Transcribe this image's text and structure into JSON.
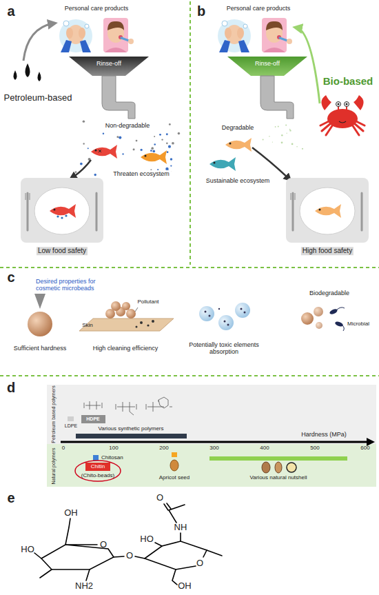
{
  "diagram": {
    "labels": [
      "a",
      "Personal care products",
      "Rinse-off",
      "Petroleum-based",
      "Non-degradable",
      "Threaten ecosystem",
      "Low food safety",
      "b",
      "Personal care products",
      "Rinse-off",
      "Bio-based",
      "Degradable",
      "Sustainable ecosystem",
      "High food safety",
      "c",
      "Desired properties for cosmetic microbeads",
      "Sufficient hardness",
      "Pollutant",
      "Skin",
      "High cleaning efficiency",
      "Potentially toxic elements absorption",
      "Biodegradable",
      "Microbial",
      "d",
      "Petroleum based polymers",
      "HDPE",
      "LDPE",
      "Various synthetic polymers",
      "Hardness (MPa)",
      "0",
      "100",
      "200",
      "300",
      "400",
      "500",
      "600",
      "Natural polymers",
      "Chitosan",
      "Chitin",
      "(Chito-beads)",
      "Apricot seed",
      "Various natural nutshell",
      "e",
      "O",
      "NH",
      "OH",
      "HO",
      "NH2",
      "O",
      "O",
      "HO",
      "OH",
      "O"
    ]
  }
}
